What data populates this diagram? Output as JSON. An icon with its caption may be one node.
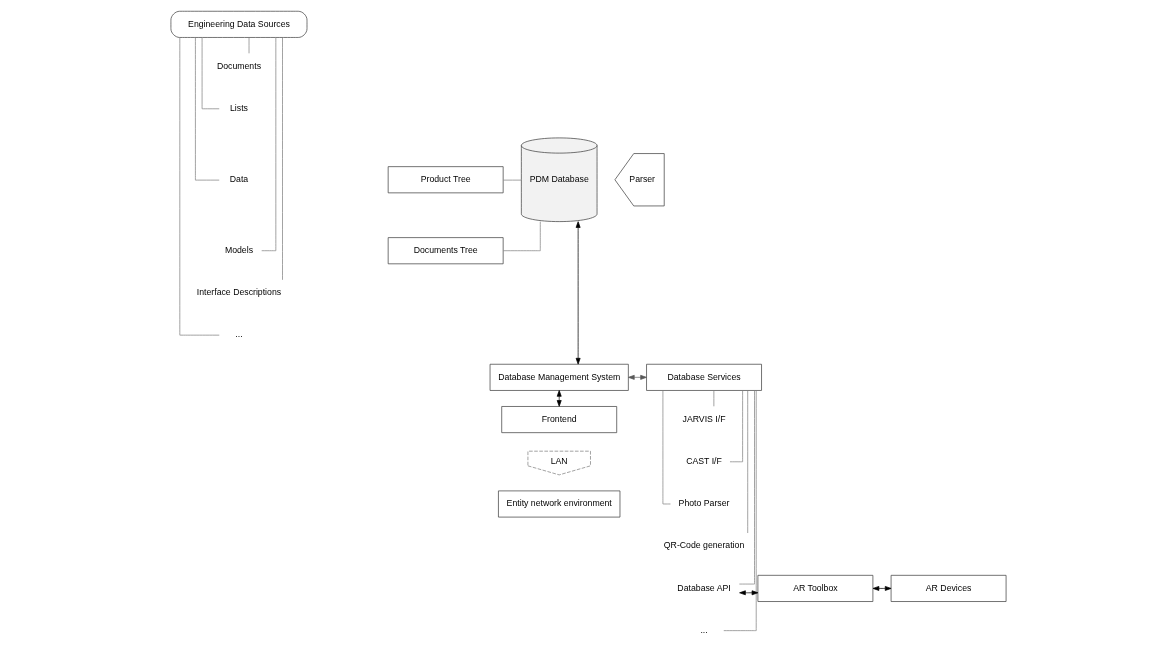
{
  "diagram": {
    "nodes": [
      {
        "text": [
          "Engineering Data Sources"
        ]
      },
      {
        "text": [
          "Documents"
        ]
      },
      {
        "text": [
          "Lists"
        ]
      },
      {
        "text": [
          "Data"
        ]
      },
      {
        "text": [
          "Models"
        ]
      },
      {
        "text": [
          "Interface Descriptions"
        ]
      },
      {
        "text": [
          "..."
        ]
      },
      {
        "text": [
          "Product Tree"
        ]
      },
      {
        "text": [
          "Documents Tree"
        ]
      },
      {
        "text": [
          "PDM Database"
        ]
      },
      {
        "text": [
          "Parser"
        ]
      },
      {
        "text": [
          "Database Management System"
        ]
      },
      {
        "text": [
          "Database Services"
        ]
      },
      {
        "text": [
          "JARVIS I/F"
        ]
      },
      {
        "text": [
          "CAST I/F"
        ]
      },
      {
        "text": [
          "Photo Parser"
        ]
      },
      {
        "text": [
          "QR-Code generation"
        ]
      },
      {
        "text": [
          "Database API"
        ]
      },
      {
        "text": [
          "..."
        ]
      },
      {
        "text": [
          "AR Toolbox"
        ]
      },
      {
        "text": [
          "AR Devices"
        ]
      },
      {
        "text": [
          "Frontend"
        ]
      },
      {
        "text": [
          "LAN"
        ]
      },
      {
        "text": [
          "Entity network environment"
        ]
      }
    ],
    "edges": [
      {
        "from": 0,
        "to": 1,
        "arrow": "none"
      },
      {
        "from": 0,
        "to": 2,
        "arrow": "none"
      },
      {
        "from": 0,
        "to": 3,
        "arrow": "none"
      },
      {
        "from": 0,
        "to": 4,
        "arrow": "none"
      },
      {
        "from": 0,
        "to": 5,
        "arrow": "none"
      },
      {
        "from": 0,
        "to": 6,
        "arrow": "none"
      },
      {
        "from": 7,
        "to": 9,
        "arrow": "none"
      },
      {
        "from": 8,
        "to": 9,
        "arrow": "none"
      },
      {
        "from": 9,
        "to": 11,
        "arrow": "both",
        "color": "#000000"
      },
      {
        "from": 11,
        "to": 12,
        "arrow": "both",
        "color": "#595959"
      },
      {
        "from": 11,
        "to": 21,
        "arrow": "both",
        "color": "#000000"
      },
      {
        "from": 12,
        "to": 13,
        "arrow": "none"
      },
      {
        "from": 12,
        "to": 14,
        "arrow": "none"
      },
      {
        "from": 12,
        "to": 15,
        "arrow": "none"
      },
      {
        "from": 12,
        "to": 16,
        "arrow": "none"
      },
      {
        "from": 12,
        "to": 17,
        "arrow": "none"
      },
      {
        "from": 12,
        "to": 18,
        "arrow": "none"
      },
      {
        "from": 17,
        "to": 19,
        "arrow": "both",
        "color": "#000000"
      },
      {
        "from": 19,
        "to": 20,
        "arrow": "both",
        "color": "#000000"
      }
    ]
  }
}
